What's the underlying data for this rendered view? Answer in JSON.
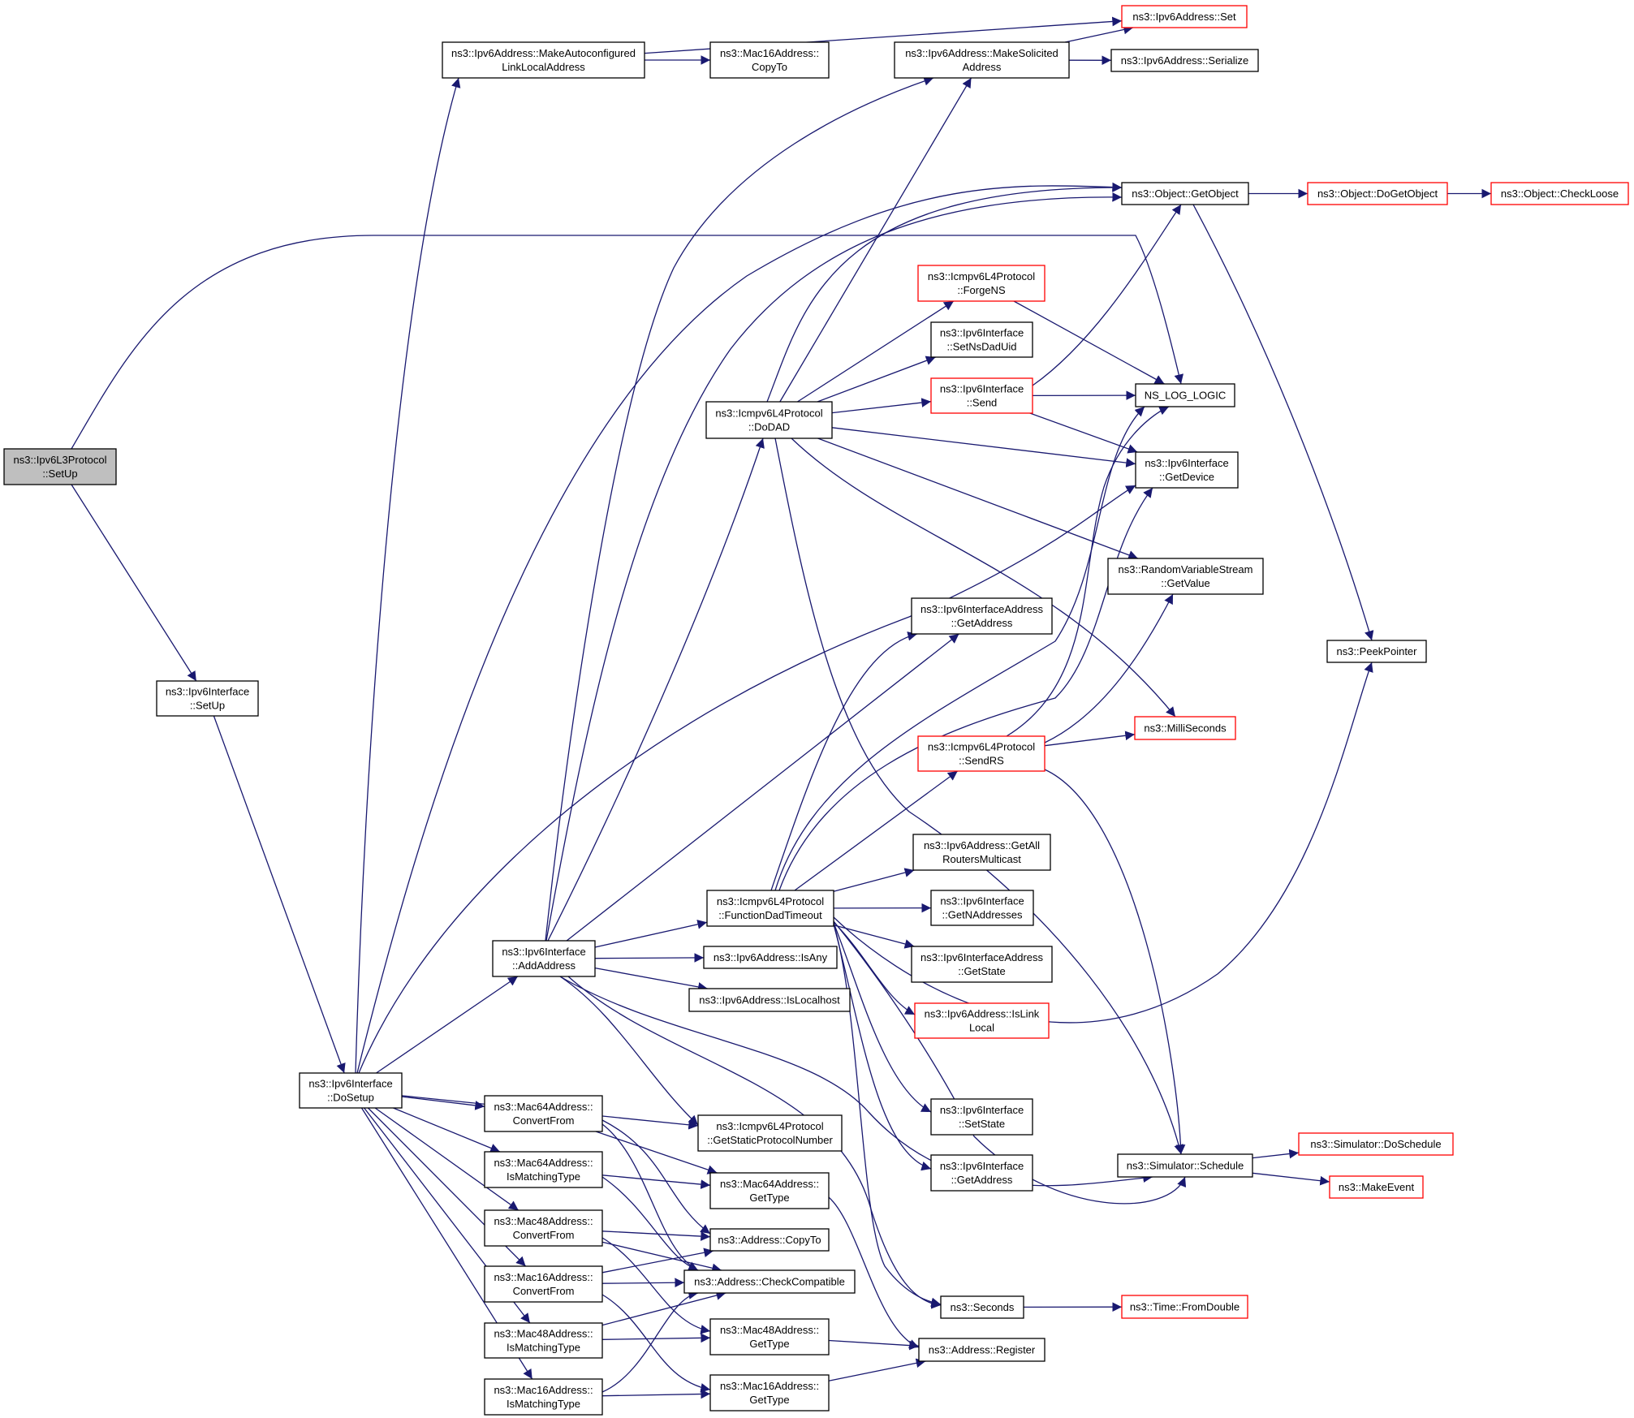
{
  "graph": {
    "colors": {
      "edge": "#191970",
      "border_normal": "#000000",
      "border_truncated": "#ff0000",
      "fill_focus": "#bfbfbf",
      "fill_normal": "#ffffff"
    },
    "nodes": [
      {
        "id": "setup_l3",
        "lines": [
          "ns3::Ipv6L3Protocol",
          "::SetUp"
        ],
        "style": "focus"
      },
      {
        "id": "if_setup",
        "lines": [
          "ns3::Ipv6Interface",
          "::SetUp"
        ],
        "style": "normal"
      },
      {
        "id": "if_dosetup",
        "lines": [
          "ns3::Ipv6Interface",
          "::DoSetup"
        ],
        "style": "normal"
      },
      {
        "id": "make_autoconf",
        "lines": [
          "ns3::Ipv6Address::MakeAutoconfigured",
          "LinkLocalAddress"
        ],
        "style": "normal"
      },
      {
        "id": "mac16_copyto",
        "lines": [
          "ns3::Mac16Address::",
          "CopyTo"
        ],
        "style": "normal"
      },
      {
        "id": "make_solicited",
        "lines": [
          "ns3::Ipv6Address::MakeSolicited",
          "Address"
        ],
        "style": "normal"
      },
      {
        "id": "ipv6_set",
        "lines": [
          "ns3::Ipv6Address::Set"
        ],
        "style": "truncated"
      },
      {
        "id": "ipv6_serialize",
        "lines": [
          "ns3::Ipv6Address::Serialize"
        ],
        "style": "normal"
      },
      {
        "id": "obj_getobject",
        "lines": [
          "ns3::Object::GetObject"
        ],
        "style": "normal"
      },
      {
        "id": "obj_dogetobject",
        "lines": [
          "ns3::Object::DoGetObject"
        ],
        "style": "truncated"
      },
      {
        "id": "obj_checkloose",
        "lines": [
          "ns3::Object::CheckLoose"
        ],
        "style": "truncated"
      },
      {
        "id": "forgens",
        "lines": [
          "ns3::Icmpv6L4Protocol",
          "::ForgeNS"
        ],
        "style": "truncated"
      },
      {
        "id": "setnsdaduid",
        "lines": [
          "ns3::Ipv6Interface",
          "::SetNsDadUid"
        ],
        "style": "normal"
      },
      {
        "id": "if_send",
        "lines": [
          "ns3::Ipv6Interface",
          "::Send"
        ],
        "style": "truncated"
      },
      {
        "id": "nslog",
        "lines": [
          "NS_LOG_LOGIC"
        ],
        "style": "normal"
      },
      {
        "id": "dodad",
        "lines": [
          "ns3::Icmpv6L4Protocol",
          "::DoDAD"
        ],
        "style": "normal"
      },
      {
        "id": "getdevice",
        "lines": [
          "ns3::Ipv6Interface",
          "::GetDevice"
        ],
        "style": "normal"
      },
      {
        "id": "rvs_getvalue",
        "lines": [
          "ns3::RandomVariableStream",
          "::GetValue"
        ],
        "style": "normal"
      },
      {
        "id": "ifaddr_getaddress",
        "lines": [
          "ns3::Ipv6InterfaceAddress",
          "::GetAddress"
        ],
        "style": "normal"
      },
      {
        "id": "peekpointer",
        "lines": [
          "ns3::PeekPointer"
        ],
        "style": "normal"
      },
      {
        "id": "milliseconds",
        "lines": [
          "ns3::MilliSeconds"
        ],
        "style": "truncated"
      },
      {
        "id": "sendrs",
        "lines": [
          "ns3::Icmpv6L4Protocol",
          "::SendRS"
        ],
        "style": "truncated"
      },
      {
        "id": "getallrouters",
        "lines": [
          "ns3::Ipv6Address::GetAll",
          "RoutersMulticast"
        ],
        "style": "normal"
      },
      {
        "id": "funcdadtimeout",
        "lines": [
          "ns3::Icmpv6L4Protocol",
          "::FunctionDadTimeout"
        ],
        "style": "normal"
      },
      {
        "id": "getnaddresses",
        "lines": [
          "ns3::Ipv6Interface",
          "::GetNAddresses"
        ],
        "style": "normal"
      },
      {
        "id": "addaddress",
        "lines": [
          "ns3::Ipv6Interface",
          "::AddAddress"
        ],
        "style": "normal"
      },
      {
        "id": "isany",
        "lines": [
          "ns3::Ipv6Address::IsAny"
        ],
        "style": "normal"
      },
      {
        "id": "ifaddr_getstate",
        "lines": [
          "ns3::Ipv6InterfaceAddress",
          "::GetState"
        ],
        "style": "normal"
      },
      {
        "id": "islocalhost",
        "lines": [
          "ns3::Ipv6Address::IsLocalhost"
        ],
        "style": "normal"
      },
      {
        "id": "islinklocal",
        "lines": [
          "ns3::Ipv6Address::IsLink",
          "Local"
        ],
        "style": "truncated"
      },
      {
        "id": "mac64_convertfrom",
        "lines": [
          "ns3::Mac64Address::",
          "ConvertFrom"
        ],
        "style": "normal"
      },
      {
        "id": "getstaticprotocol",
        "lines": [
          "ns3::Icmpv6L4Protocol",
          "::GetStaticProtocolNumber"
        ],
        "style": "normal"
      },
      {
        "id": "if_setstate",
        "lines": [
          "ns3::Ipv6Interface",
          "::SetState"
        ],
        "style": "normal"
      },
      {
        "id": "mac64_ismatching",
        "lines": [
          "ns3::Mac64Address::",
          "IsMatchingType"
        ],
        "style": "normal"
      },
      {
        "id": "mac64_gettype",
        "lines": [
          "ns3::Mac64Address::",
          "GetType"
        ],
        "style": "normal"
      },
      {
        "id": "if_getaddress",
        "lines": [
          "ns3::Ipv6Interface",
          "::GetAddress"
        ],
        "style": "normal"
      },
      {
        "id": "sim_schedule",
        "lines": [
          "ns3::Simulator::Schedule"
        ],
        "style": "normal"
      },
      {
        "id": "sim_doschedule",
        "lines": [
          "ns3::Simulator::DoSchedule"
        ],
        "style": "truncated"
      },
      {
        "id": "makeevent",
        "lines": [
          "ns3::MakeEvent"
        ],
        "style": "truncated"
      },
      {
        "id": "mac48_convertfrom",
        "lines": [
          "ns3::Mac48Address::",
          "ConvertFrom"
        ],
        "style": "normal"
      },
      {
        "id": "addr_copyto",
        "lines": [
          "ns3::Address::CopyTo"
        ],
        "style": "normal"
      },
      {
        "id": "mac16_convertfrom",
        "lines": [
          "ns3::Mac16Address::",
          "ConvertFrom"
        ],
        "style": "normal"
      },
      {
        "id": "addr_checkcompatible",
        "lines": [
          "ns3::Address::CheckCompatible"
        ],
        "style": "normal"
      },
      {
        "id": "seconds",
        "lines": [
          "ns3::Seconds"
        ],
        "style": "normal"
      },
      {
        "id": "time_fromdouble",
        "lines": [
          "ns3::Time::FromDouble"
        ],
        "style": "truncated"
      },
      {
        "id": "mac48_ismatching",
        "lines": [
          "ns3::Mac48Address::",
          "IsMatchingType"
        ],
        "style": "normal"
      },
      {
        "id": "mac48_gettype",
        "lines": [
          "ns3::Mac48Address::",
          "GetType"
        ],
        "style": "normal"
      },
      {
        "id": "addr_register",
        "lines": [
          "ns3::Address::Register"
        ],
        "style": "normal"
      },
      {
        "id": "mac16_ismatching",
        "lines": [
          "ns3::Mac16Address::",
          "IsMatchingType"
        ],
        "style": "normal"
      },
      {
        "id": "mac16_gettype",
        "lines": [
          "ns3::Mac16Address::",
          "GetType"
        ],
        "style": "normal"
      }
    ],
    "edges": [
      [
        "setup_l3",
        "nslog"
      ],
      [
        "setup_l3",
        "if_setup"
      ],
      [
        "if_setup",
        "if_dosetup"
      ],
      [
        "make_autoconf",
        "mac16_copyto"
      ],
      [
        "make_autoconf",
        "ipv6_set"
      ],
      [
        "make_solicited",
        "ipv6_set"
      ],
      [
        "make_solicited",
        "ipv6_serialize"
      ],
      [
        "obj_getobject",
        "obj_dogetobject"
      ],
      [
        "obj_dogetobject",
        "obj_checkloose"
      ],
      [
        "obj_getobject",
        "peekpointer"
      ],
      [
        "dodad",
        "make_solicited"
      ],
      [
        "dodad",
        "obj_getobject"
      ],
      [
        "dodad",
        "forgens"
      ],
      [
        "dodad",
        "setnsdaduid"
      ],
      [
        "dodad",
        "if_send"
      ],
      [
        "dodad",
        "getdevice"
      ],
      [
        "dodad",
        "rvs_getvalue"
      ],
      [
        "dodad",
        "milliseconds"
      ],
      [
        "dodad",
        "sim_schedule"
      ],
      [
        "forgens",
        "nslog"
      ],
      [
        "if_send",
        "nslog"
      ],
      [
        "if_send",
        "obj_getobject"
      ],
      [
        "if_send",
        "getdevice"
      ],
      [
        "sendrs",
        "nslog"
      ],
      [
        "sendrs",
        "rvs_getvalue"
      ],
      [
        "sendrs",
        "milliseconds"
      ],
      [
        "sendrs",
        "sim_schedule"
      ],
      [
        "sim_schedule",
        "sim_doschedule"
      ],
      [
        "sim_schedule",
        "makeevent"
      ],
      [
        "if_dosetup",
        "make_autoconf"
      ],
      [
        "if_dosetup",
        "obj_getobject"
      ],
      [
        "if_dosetup",
        "getdevice"
      ],
      [
        "if_dosetup",
        "addaddress"
      ],
      [
        "if_dosetup",
        "getstaticprotocol"
      ],
      [
        "if_dosetup",
        "mac64_convertfrom"
      ],
      [
        "if_dosetup",
        "mac64_ismatching"
      ],
      [
        "if_dosetup",
        "mac48_convertfrom"
      ],
      [
        "if_dosetup",
        "mac16_convertfrom"
      ],
      [
        "if_dosetup",
        "mac48_ismatching"
      ],
      [
        "if_dosetup",
        "mac16_ismatching"
      ],
      [
        "addaddress",
        "make_solicited"
      ],
      [
        "addaddress",
        "obj_getobject"
      ],
      [
        "addaddress",
        "dodad"
      ],
      [
        "addaddress",
        "ifaddr_getaddress"
      ],
      [
        "addaddress",
        "funcdadtimeout"
      ],
      [
        "addaddress",
        "isany"
      ],
      [
        "addaddress",
        "islocalhost"
      ],
      [
        "addaddress",
        "getstaticprotocol"
      ],
      [
        "addaddress",
        "sim_schedule"
      ],
      [
        "addaddress",
        "seconds"
      ],
      [
        "funcdadtimeout",
        "ifaddr_getaddress"
      ],
      [
        "funcdadtimeout",
        "nslog"
      ],
      [
        "funcdadtimeout",
        "getdevice"
      ],
      [
        "funcdadtimeout",
        "sendrs"
      ],
      [
        "funcdadtimeout",
        "getallrouters"
      ],
      [
        "funcdadtimeout",
        "getnaddresses"
      ],
      [
        "funcdadtimeout",
        "ifaddr_getstate"
      ],
      [
        "funcdadtimeout",
        "islinklocal"
      ],
      [
        "funcdadtimeout",
        "peekpointer"
      ],
      [
        "funcdadtimeout",
        "if_setstate"
      ],
      [
        "funcdadtimeout",
        "if_getaddress"
      ],
      [
        "funcdadtimeout",
        "sim_schedule"
      ],
      [
        "funcdadtimeout",
        "seconds"
      ],
      [
        "seconds",
        "time_fromdouble"
      ],
      [
        "mac64_convertfrom",
        "addr_copyto"
      ],
      [
        "mac64_convertfrom",
        "addr_checkcompatible"
      ],
      [
        "mac64_convertfrom",
        "mac64_gettype"
      ],
      [
        "mac64_ismatching",
        "mac64_gettype"
      ],
      [
        "mac64_ismatching",
        "addr_checkcompatible"
      ],
      [
        "mac48_convertfrom",
        "addr_copyto"
      ],
      [
        "mac48_convertfrom",
        "addr_checkcompatible"
      ],
      [
        "mac48_convertfrom",
        "mac48_gettype"
      ],
      [
        "mac16_convertfrom",
        "addr_copyto"
      ],
      [
        "mac16_convertfrom",
        "addr_checkcompatible"
      ],
      [
        "mac16_convertfrom",
        "mac16_gettype"
      ],
      [
        "mac48_ismatching",
        "addr_checkcompatible"
      ],
      [
        "mac48_ismatching",
        "mac48_gettype"
      ],
      [
        "mac16_ismatching",
        "addr_checkcompatible"
      ],
      [
        "mac16_ismatching",
        "mac16_gettype"
      ],
      [
        "mac64_gettype",
        "addr_register"
      ],
      [
        "mac48_gettype",
        "addr_register"
      ],
      [
        "mac16_gettype",
        "addr_register"
      ]
    ]
  }
}
